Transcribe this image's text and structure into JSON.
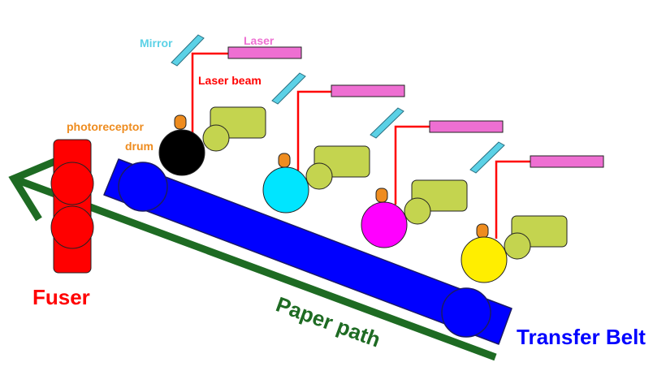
{
  "labels": {
    "mirror": "Mirror",
    "laser": "Laser",
    "laser_beam": "Laser beam",
    "photoreceptor_line1": "photoreceptor",
    "photoreceptor_line2": "drum",
    "fuser": "Fuser",
    "paper_path": "Paper path",
    "transfer_belt": "Transfer Belt"
  },
  "colors": {
    "mirror": "#5bd1e6",
    "laser": "#ee6fd2",
    "laser_beam": "#ff0000",
    "toner_hopper": "#c4d44f",
    "charger_knob": "#ee8c1f",
    "fuser": "#ff0000",
    "paper_path": "#1e6b23",
    "transfer_belt": "#0000ff",
    "photoreceptor_label": "#ee8c1f",
    "laser_beam_label": "#ff0000"
  },
  "stations": [
    {
      "drum_color": "black",
      "drum_hex": "#000000"
    },
    {
      "drum_color": "cyan",
      "drum_hex": "#00e5ff"
    },
    {
      "drum_color": "magenta",
      "drum_hex": "#ff00ff"
    },
    {
      "drum_color": "yellow",
      "drum_hex": "#ffee00"
    }
  ]
}
